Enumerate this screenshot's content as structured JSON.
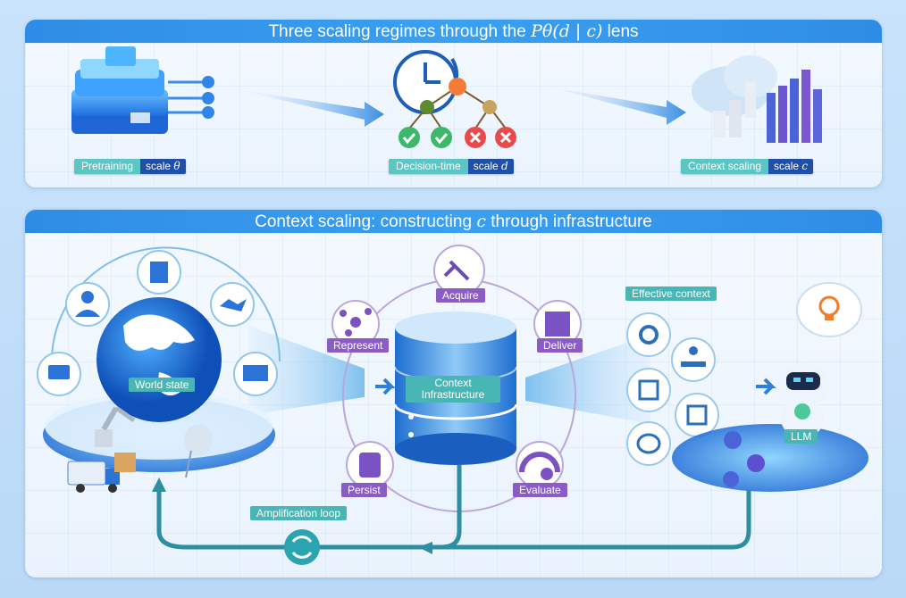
{
  "top": {
    "title_prefix": "Three scaling regimes through the ",
    "title_math": "Pθ(d | c)",
    "title_suffix": " lens",
    "regimes": [
      {
        "label": "Pretraining",
        "scale": "scale ",
        "var": "θ"
      },
      {
        "label": "Decision-time",
        "scale": "scale ",
        "var": "d"
      },
      {
        "label": "Context scaling",
        "scale": "scale ",
        "var": "c"
      }
    ]
  },
  "bottom": {
    "title_prefix": "Context scaling: constructing ",
    "title_var": "c",
    "title_suffix": " through infrastructure",
    "world_state": "World state",
    "infra": "Context Infrastructure",
    "ops": [
      "Acquire",
      "Represent",
      "Deliver",
      "Persist",
      "Evaluate"
    ],
    "effective_context": "Effective context",
    "llm": "LLM",
    "loop": "Amplification loop"
  },
  "colors": {
    "header": "#2f8ce6",
    "teal": "#48b6b5",
    "purple": "#8b5cc6",
    "navy": "#1f4fa6"
  }
}
